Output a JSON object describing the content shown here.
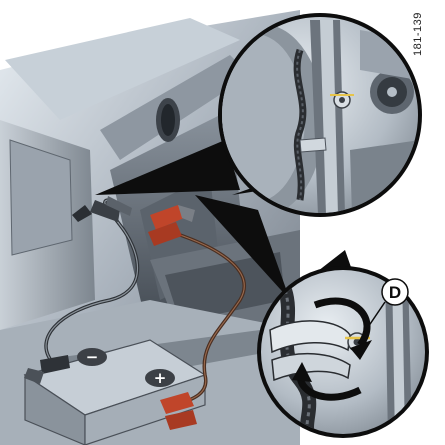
{
  "figure": {
    "id_label": "181-139",
    "callout_letter": "D",
    "battery_terminals": {
      "negative": "−",
      "positive": "+"
    }
  },
  "colors": {
    "background": "#ffffff",
    "metal_dark": "#5f6770",
    "metal_mid": "#9aa3ad",
    "metal_light": "#d6dde4",
    "clamp_red": "#c0452a",
    "cable_brown": "#5a3a2a",
    "cable_gray": "#3c4046",
    "callout_black": "#0d0d0d"
  },
  "icons": [
    "jump-start-illustration",
    "battery-negative-icon",
    "battery-positive-icon",
    "detail-magnifier-circle",
    "ground-stud-callout"
  ]
}
